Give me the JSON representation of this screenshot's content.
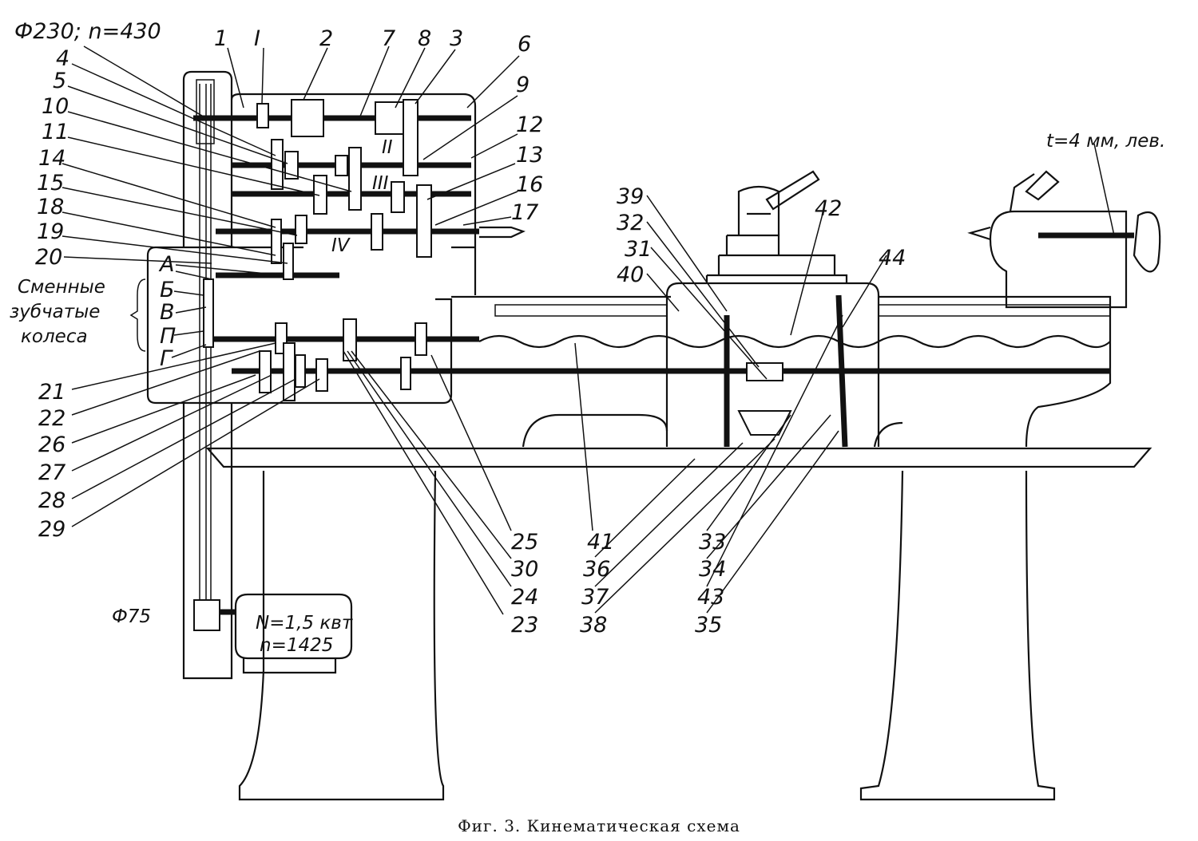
{
  "labels": {
    "pulley_top": "Ф230; n=430",
    "pulley_motor": "Ф75",
    "motor_power": "N=1,5 квт",
    "motor_speed": "n=1425",
    "thread": "t=4 мм, лев.",
    "change_gears": [
      "Сменные",
      "зубчатые",
      "колеса"
    ],
    "gear_letters": [
      "А",
      "Б",
      "В",
      "П",
      "Г"
    ],
    "shafts": [
      "I",
      "II",
      "III",
      "IV"
    ],
    "numbers": [
      "1",
      "2",
      "3",
      "4",
      "5",
      "6",
      "7",
      "8",
      "9",
      "10",
      "11",
      "12",
      "13",
      "14",
      "15",
      "16",
      "17",
      "18",
      "19",
      "20",
      "21",
      "22",
      "23",
      "24",
      "25",
      "26",
      "27",
      "28",
      "29",
      "30",
      "31",
      "32",
      "33",
      "34",
      "35",
      "36",
      "37",
      "38",
      "39",
      "40",
      "41",
      "42",
      "43",
      "44"
    ]
  },
  "caption": "Фиг. 3. Кинематическая схема"
}
